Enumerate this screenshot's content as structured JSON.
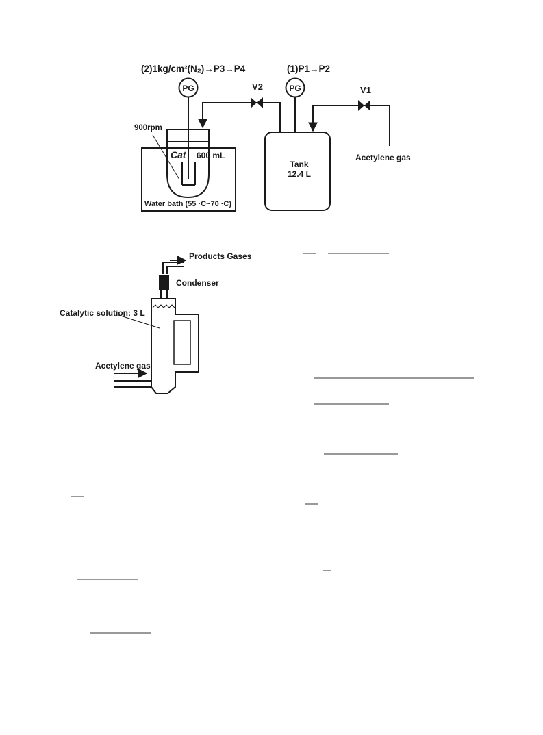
{
  "figure1": {
    "step2_label": "(2)1kg/cm²(N₂)→P3→P4",
    "step1_label": "(1)P1→P2",
    "pg_left": "PG",
    "pg_right": "PG",
    "valve_v2": "V2",
    "valve_v1": "V1",
    "rpm": "900rpm",
    "cat": "Cat",
    "volume": "600 mL",
    "tank_title": "Tank",
    "tank_volume": "12.4 L",
    "source": "Acetylene gas",
    "bath": "Water bath (55 ·C~70 ·C)"
  },
  "figure2": {
    "products": "Products Gases",
    "condenser": "Condenser",
    "solution": "Catalytic solution: 3 L",
    "inlet": "Acetylene gas"
  },
  "colors": {
    "ink": "#1a1a1a",
    "background": "#ffffff"
  }
}
